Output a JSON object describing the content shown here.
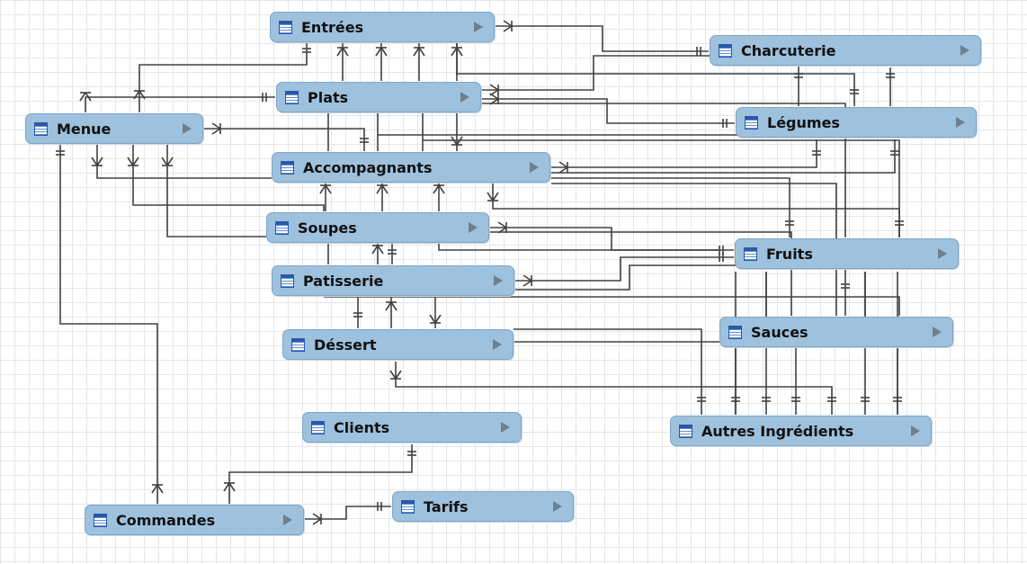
{
  "entities": {
    "entrees": "Entrées",
    "charcuterie": "Charcuterie",
    "plats": "Plats",
    "menue": "Menue",
    "legumes": "Légumes",
    "accompagnants": "Accompagnants",
    "soupes": "Soupes",
    "fruits": "Fruits",
    "patisserie": "Patisserie",
    "sauces": "Sauces",
    "dessert": "Déssert",
    "clients": "Clients",
    "autres": "Autres Ingrédients",
    "commandes": "Commandes",
    "tarifs": "Tarifs"
  },
  "icons": {
    "table": "table-icon",
    "expand": "expand-arrow-icon"
  },
  "colors": {
    "box": "#9ec1dd",
    "line": "#404040"
  }
}
